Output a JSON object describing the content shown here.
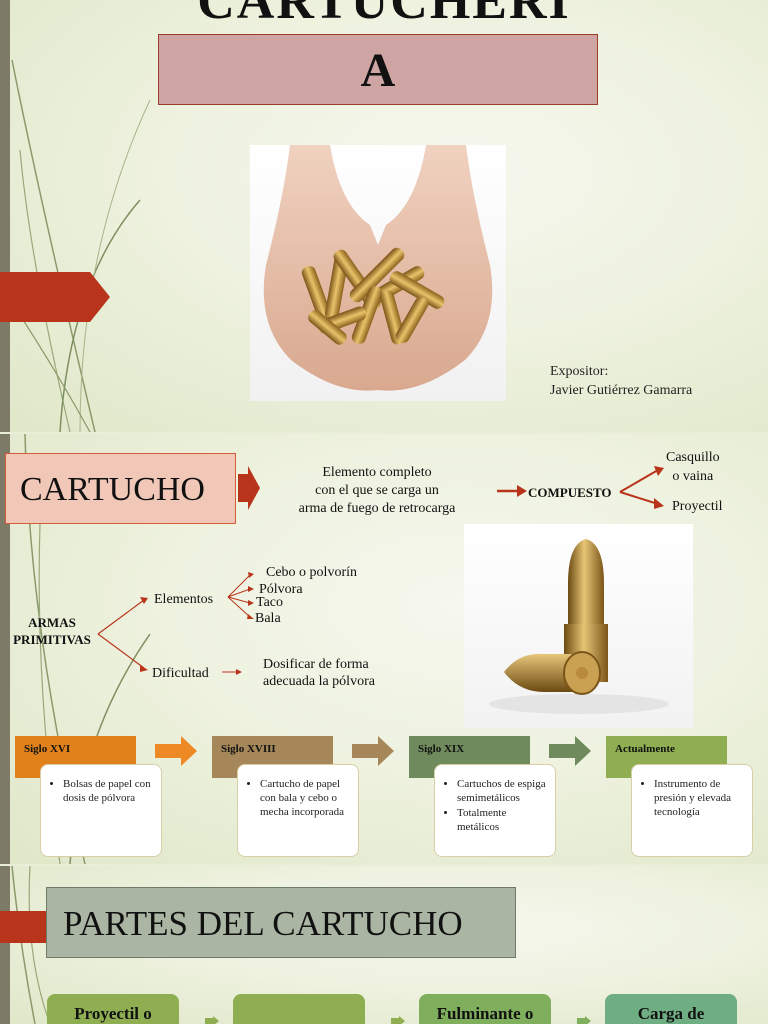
{
  "slide1": {
    "title_top": "CARTUCHERI",
    "title_box": "A",
    "photo_alt": "bullets-in-hands",
    "presenter_label": "Expositor:",
    "presenter_name": "Javier Gutiérrez Gamarra"
  },
  "slide2": {
    "cartucho_label": "CARTUCHO",
    "definition": [
      "Elemento completo",
      "con el que se carga un",
      "arma de fuego de retrocarga"
    ],
    "compuesto_label": "COMPUESTO",
    "casquillo": [
      "Casquillo",
      "o vaina"
    ],
    "proyectil": "Proyectil",
    "armas": [
      "ARMAS",
      "PRIMITIVAS"
    ],
    "elementos_label": "Elementos",
    "elementos_items": [
      "Cebo o polvorín",
      "Pólvora",
      "Taco",
      "Bala"
    ],
    "dificultad_label": "Dificultad",
    "dificultad_text": [
      "Dosificar de forma",
      "adecuada la pólvora"
    ],
    "timeline": [
      {
        "era": "Siglo XVI",
        "color": "#e0811c",
        "items": [
          "Bolsas de papel con dosis de pólvora"
        ]
      },
      {
        "era": "Siglo XVIII",
        "color": "#a5875a",
        "items": [
          "Cartucho de papel con bala y cebo o mecha incorporada"
        ]
      },
      {
        "era": "Siglo XIX",
        "color": "#6f8a5c",
        "items": [
          "Cartuchos de espiga semimetálicos",
          "Totalmente metálicos"
        ]
      },
      {
        "era": "Actualmente",
        "color": "#8fae52",
        "items": [
          "Instrumento de presión y elevada tecnología"
        ]
      }
    ]
  },
  "slide3": {
    "title": "PARTES DEL CARTUCHO",
    "parts": [
      "Proyectil o",
      "",
      "Fulminante o",
      "Carga de"
    ]
  },
  "colors": {
    "accent_red": "#b8341a",
    "title_box_fill": "#cfa5a3",
    "partes_box_fill": "#aab5a3"
  }
}
